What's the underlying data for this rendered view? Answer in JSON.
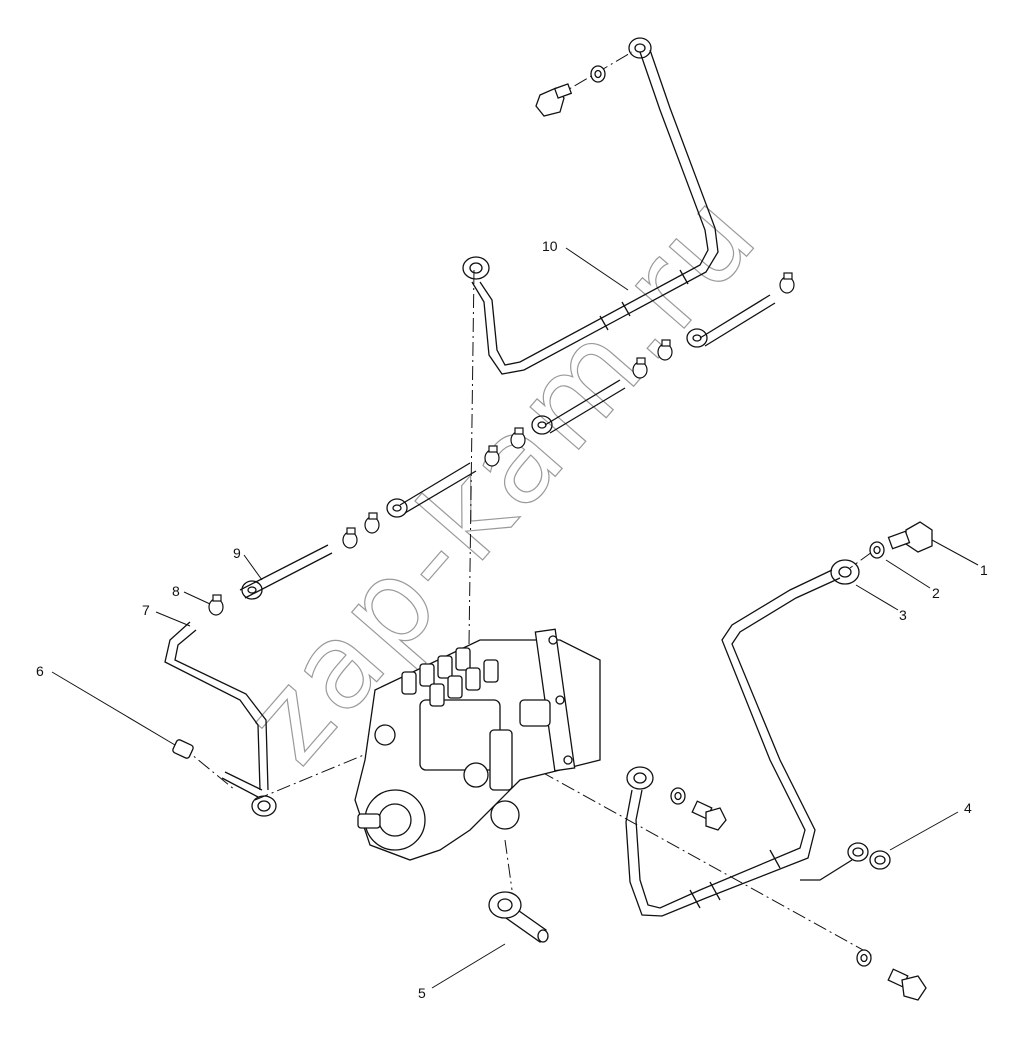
{
  "diagram": {
    "callouts": [
      {
        "id": "1",
        "label": "1"
      },
      {
        "id": "2",
        "label": "2"
      },
      {
        "id": "3",
        "label": "3"
      },
      {
        "id": "4",
        "label": "4"
      },
      {
        "id": "5",
        "label": "5"
      },
      {
        "id": "6",
        "label": "6"
      },
      {
        "id": "7",
        "label": "7"
      },
      {
        "id": "8",
        "label": "8"
      },
      {
        "id": "9",
        "label": "9"
      },
      {
        "id": "10",
        "label": "10"
      }
    ]
  },
  "watermark": {
    "text": "zap-kam.ru"
  },
  "colors": {
    "line": "#111111",
    "watermark": "#9a9a9a",
    "background": "#ffffff"
  }
}
